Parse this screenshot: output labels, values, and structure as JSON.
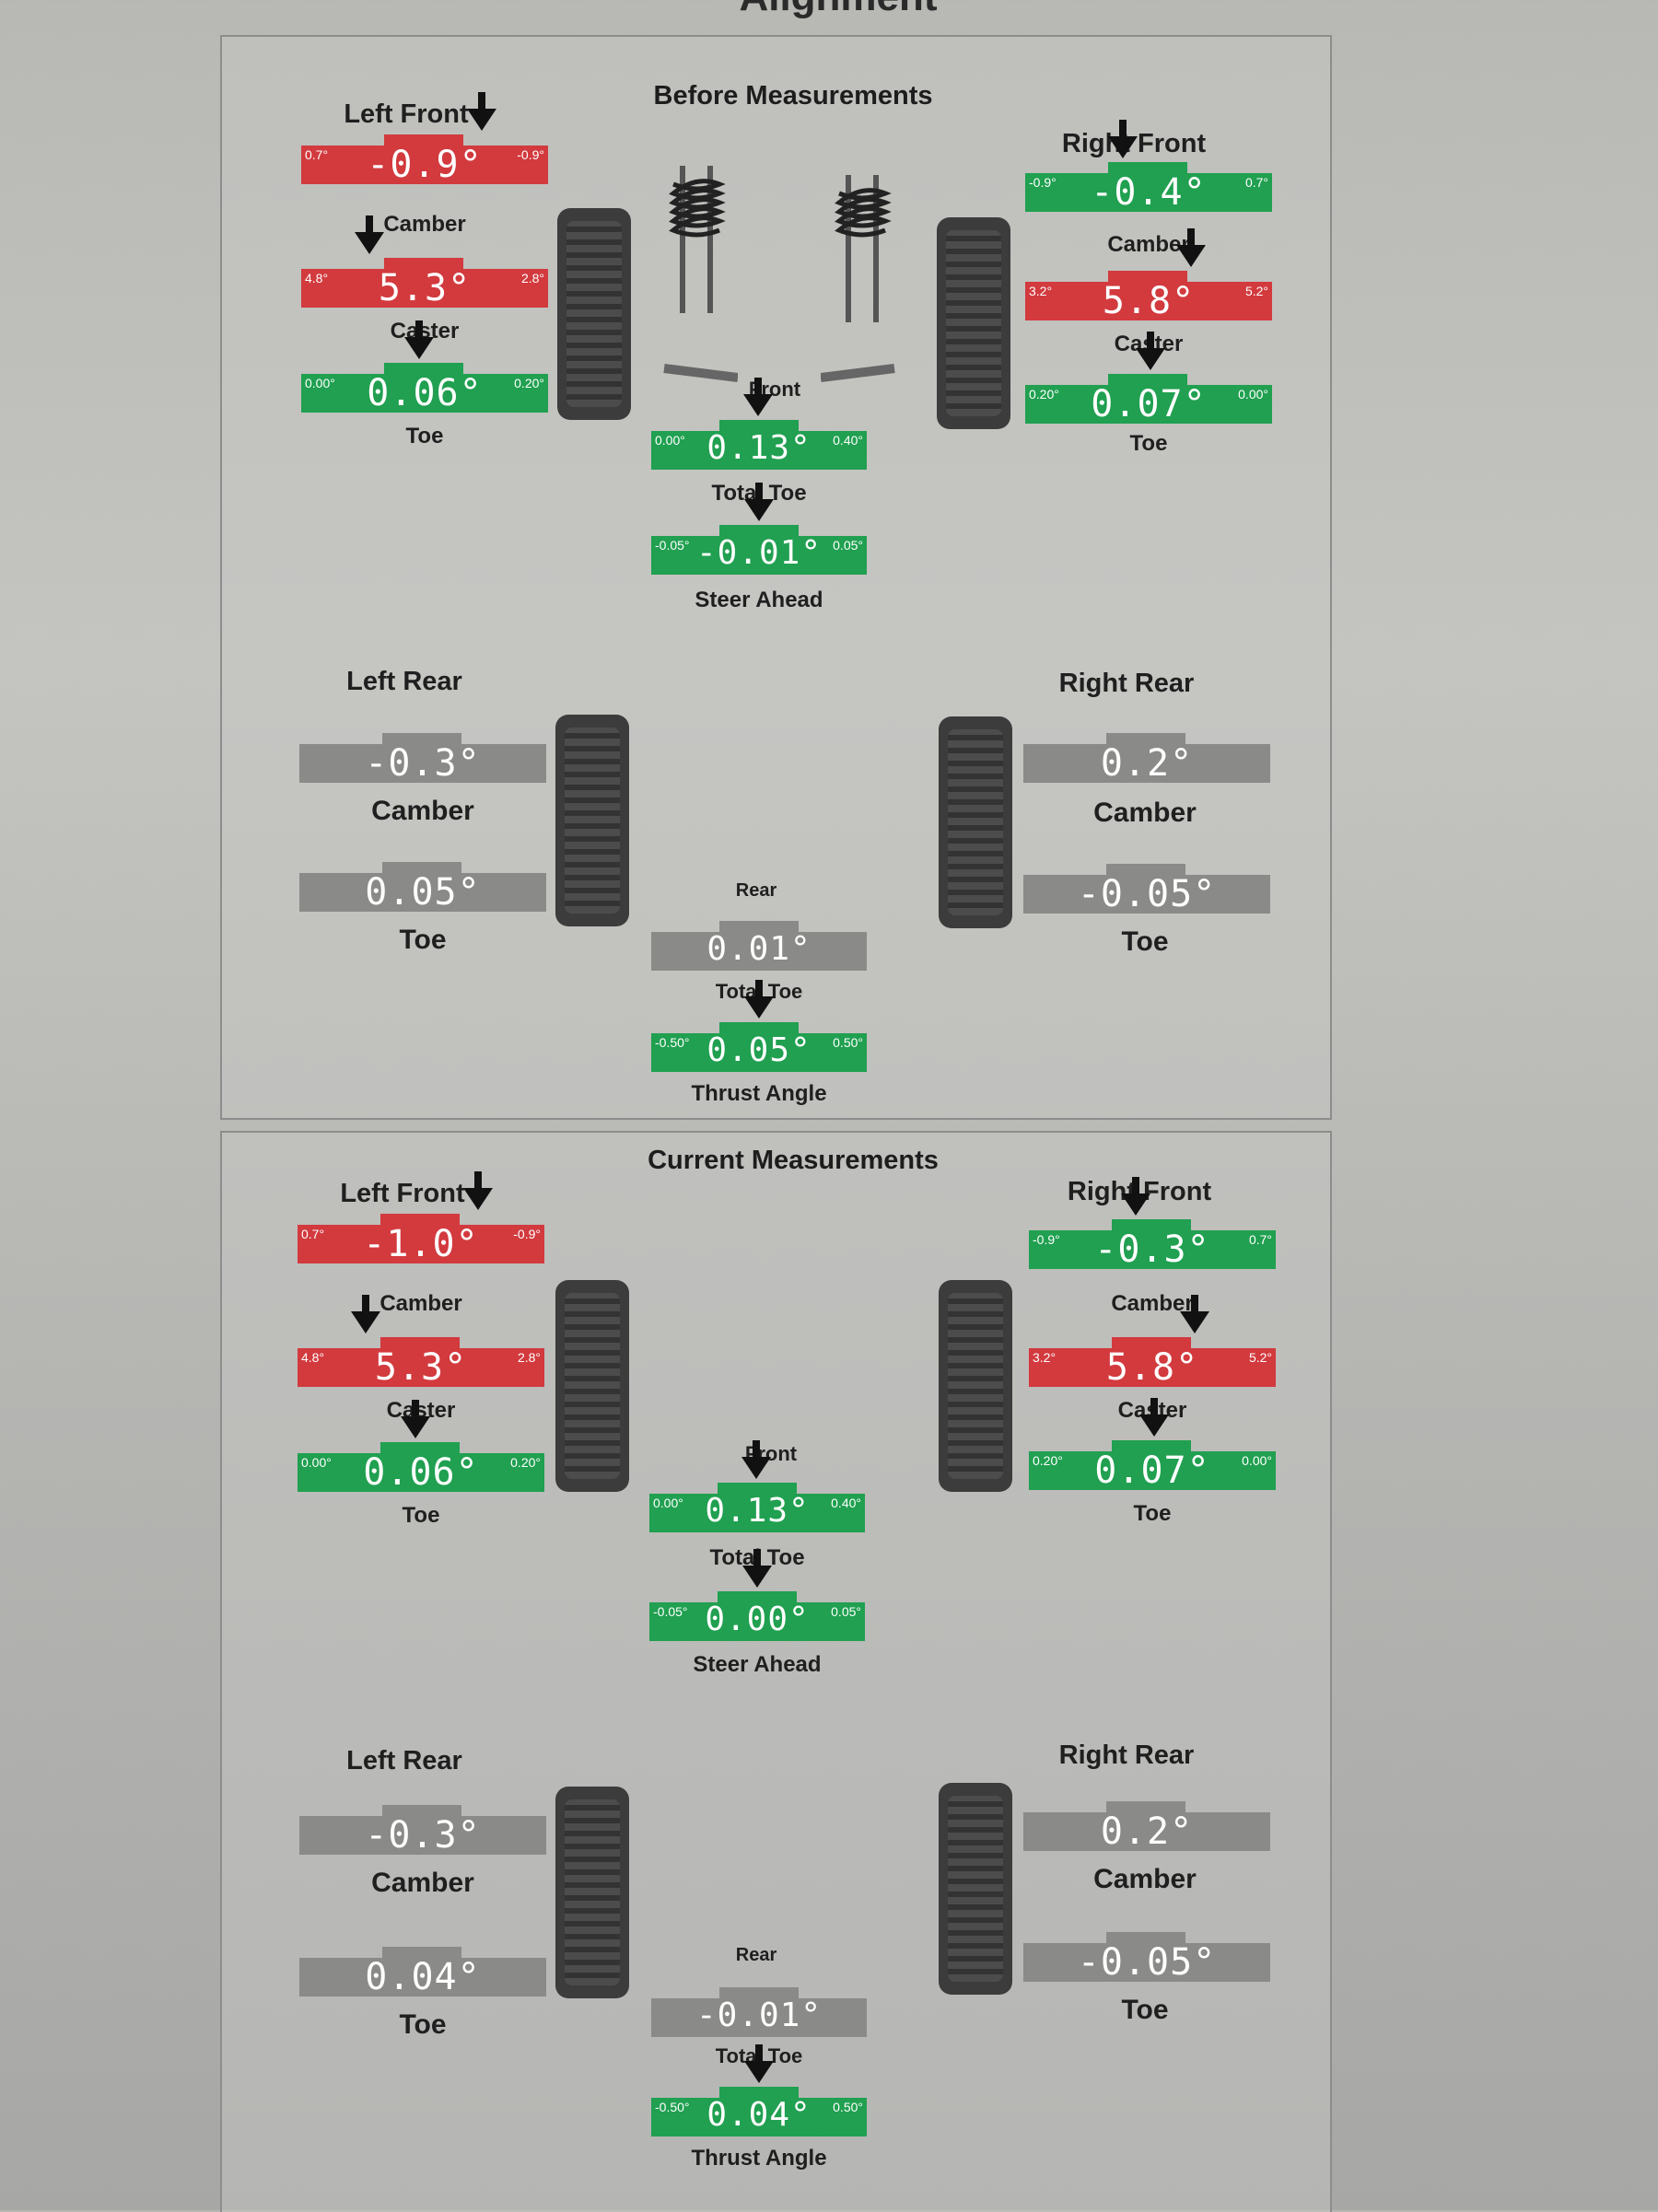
{
  "page": {
    "title": "Alignment"
  },
  "before": {
    "title": "Before Measurements",
    "left_front": {
      "title": "Left Front",
      "camber": {
        "label": "Camber",
        "value": "-0.9°",
        "min": "0.7°",
        "max": "-0.9°",
        "status": "red"
      },
      "caster": {
        "label": "Caster",
        "value": "5.3°",
        "min": "4.8°",
        "max": "2.8°",
        "status": "red"
      },
      "toe": {
        "label": "Toe",
        "value": "0.06°",
        "min": "0.00°",
        "max": "0.20°",
        "status": "green"
      }
    },
    "right_front": {
      "title": "Right Front",
      "camber": {
        "label": "Camber",
        "value": "-0.4°",
        "min": "-0.9°",
        "max": "0.7°",
        "status": "green"
      },
      "caster": {
        "label": "Caster",
        "value": "5.8°",
        "min": "3.2°",
        "max": "5.2°",
        "status": "red"
      },
      "toe": {
        "label": "Toe",
        "value": "0.07°",
        "min": "0.20°",
        "max": "0.00°",
        "status": "green"
      }
    },
    "front": {
      "title": "Front",
      "total_toe": {
        "label": "Total Toe",
        "value": "0.13°",
        "min": "0.00°",
        "max": "0.40°",
        "status": "green"
      },
      "steer_ahead": {
        "label": "Steer Ahead",
        "value": "-0.01°",
        "min": "-0.05°",
        "max": "0.05°",
        "status": "green"
      }
    },
    "left_rear": {
      "title": "Left Rear",
      "camber": {
        "label": "Camber",
        "value": "-0.3°",
        "status": "gray"
      },
      "toe": {
        "label": "Toe",
        "value": "0.05°",
        "status": "gray"
      }
    },
    "right_rear": {
      "title": "Right Rear",
      "camber": {
        "label": "Camber",
        "value": "0.2°",
        "status": "gray"
      },
      "toe": {
        "label": "Toe",
        "value": "-0.05°",
        "status": "gray"
      }
    },
    "rear": {
      "title": "Rear",
      "total_toe": {
        "label": "Total Toe",
        "value": "0.01°",
        "status": "gray"
      },
      "thrust_angle": {
        "label": "Thrust Angle",
        "value": "0.05°",
        "min": "-0.50°",
        "max": "0.50°",
        "status": "green"
      }
    }
  },
  "current": {
    "title": "Current Measurements",
    "left_front": {
      "title": "Left Front",
      "camber": {
        "label": "Camber",
        "value": "-1.0°",
        "min": "0.7°",
        "max": "-0.9°",
        "status": "red"
      },
      "caster": {
        "label": "Caster",
        "value": "5.3°",
        "min": "4.8°",
        "max": "2.8°",
        "status": "red"
      },
      "toe": {
        "label": "Toe",
        "value": "0.06°",
        "min": "0.00°",
        "max": "0.20°",
        "status": "green"
      }
    },
    "right_front": {
      "title": "Right Front",
      "camber": {
        "label": "Camber",
        "value": "-0.3°",
        "min": "-0.9°",
        "max": "0.7°",
        "status": "green"
      },
      "caster": {
        "label": "Caster",
        "value": "5.8°",
        "min": "3.2°",
        "max": "5.2°",
        "status": "red"
      },
      "toe": {
        "label": "Toe",
        "value": "0.07°",
        "min": "0.20°",
        "max": "0.00°",
        "status": "green"
      }
    },
    "front": {
      "title": "Front",
      "total_toe": {
        "label": "Total Toe",
        "value": "0.13°",
        "min": "0.00°",
        "max": "0.40°",
        "status": "green"
      },
      "steer_ahead": {
        "label": "Steer Ahead",
        "value": "0.00°",
        "min": "-0.05°",
        "max": "0.05°",
        "status": "green"
      }
    },
    "left_rear": {
      "title": "Left Rear",
      "camber": {
        "label": "Camber",
        "value": "-0.3°",
        "status": "gray"
      },
      "toe": {
        "label": "Toe",
        "value": "0.04°",
        "status": "gray"
      }
    },
    "right_rear": {
      "title": "Right Rear",
      "camber": {
        "label": "Camber",
        "value": "0.2°",
        "status": "gray"
      },
      "toe": {
        "label": "Toe",
        "value": "-0.05°",
        "status": "gray"
      }
    },
    "rear": {
      "title": "Rear",
      "total_toe": {
        "label": "Total Toe",
        "value": "-0.01°",
        "status": "gray"
      },
      "thrust_angle": {
        "label": "Thrust Angle",
        "value": "0.04°",
        "min": "-0.50°",
        "max": "0.50°",
        "status": "green"
      }
    }
  }
}
